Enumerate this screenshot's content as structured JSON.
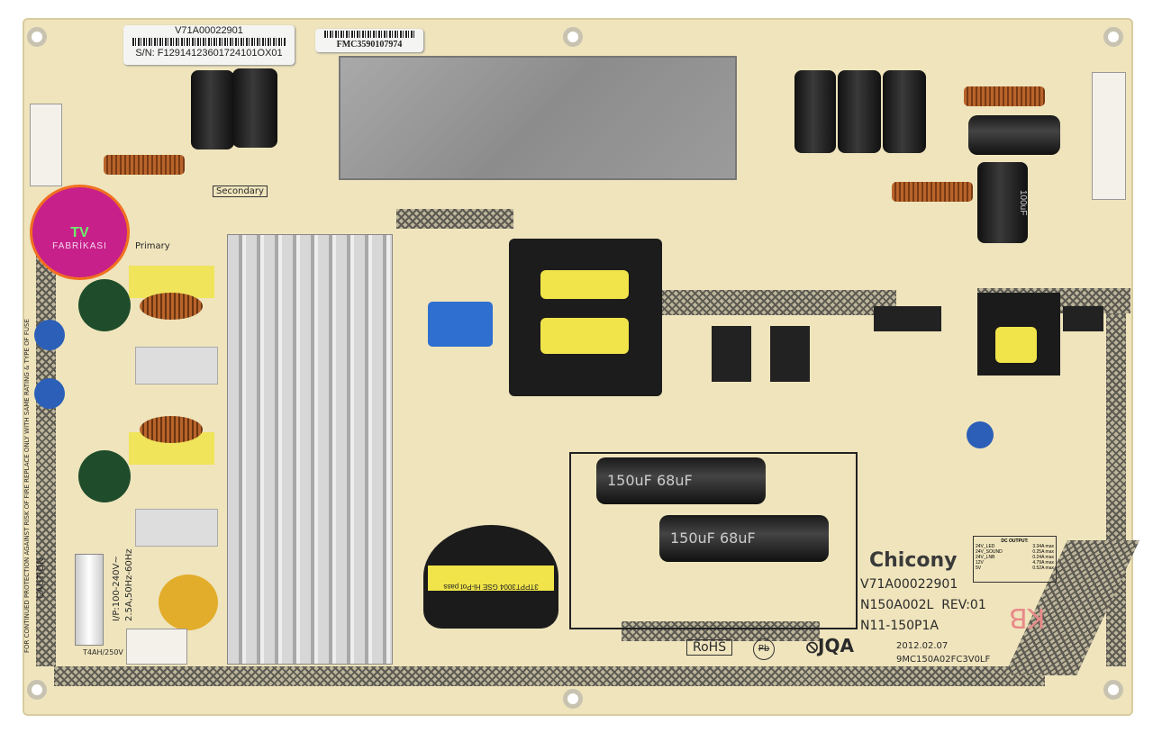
{
  "stickers": {
    "model_label": "V71A00022901",
    "serial": "S/N: F12914123601724101OX01",
    "fmc": "FMC3590107974"
  },
  "logo": {
    "line1": "TV",
    "line2": "FABRİKASI",
    "colors": {
      "bg": "#c8208a",
      "edge": "#f07020",
      "tv": "#6cf06c"
    }
  },
  "silkscreen": {
    "brand": "Chicony",
    "part1": "V71A00022901",
    "part2": "N150A002L  REV:01",
    "part3": "N11-150P1A",
    "date": "2012.02.07",
    "code": "9MC150A02FC3V0LF",
    "rohs": "RoHS",
    "pb": "Pb",
    "maker": "JQA",
    "secondary": "Secondary",
    "primary": "Primary",
    "input": "I/P:100-240V~",
    "rating": "2.5A,50Hz-60Hz",
    "fuse": "T4AH/250V",
    "caution": "CAUTION",
    "warning": "FOR CONTINUED PROTECTION AGAINST RISK OF FIRE REPLACE ONLY WITH SAME RATING & TYPE OF FUSE"
  },
  "dc_output": {
    "title": "DC OUTPUT:",
    "rows": [
      {
        "name": "24V_LED",
        "value": "3.34A max"
      },
      {
        "name": "24V_SOUND",
        "value": "0.25A max"
      },
      {
        "name": "24V_LNB",
        "value": "0.24A max"
      },
      {
        "name": "12V",
        "value": "4.79A max"
      },
      {
        "name": "5V",
        "value": "0.52A max"
      }
    ]
  },
  "capacitors": {
    "big": "150uF 68uF",
    "small": "100uF"
  },
  "transformer_label": "3TPPT3004 GSE Hi-Pot pass",
  "kb_mark": "KB"
}
